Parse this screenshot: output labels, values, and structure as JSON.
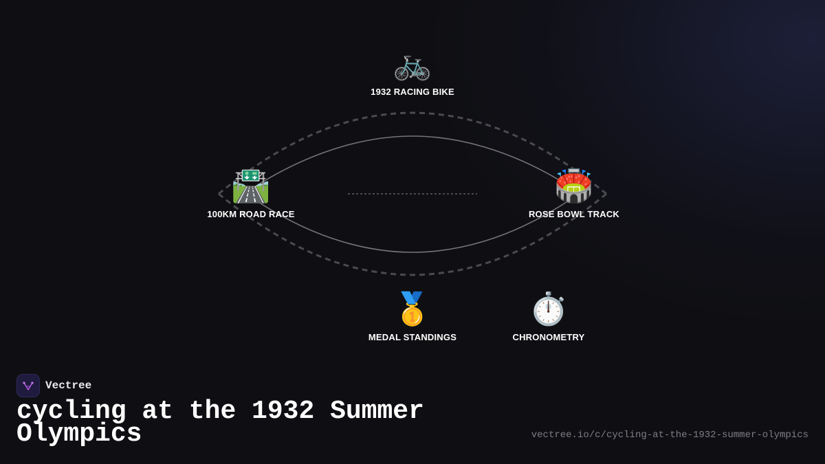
{
  "nodes": {
    "racing_bike": {
      "icon": "🚲",
      "icon_name": "bicycle-icon",
      "label": "1932 RACING BIKE"
    },
    "road_race": {
      "icon": "🛣️",
      "icon_name": "motorway-icon",
      "label": "100KM ROAD RACE"
    },
    "rose_bowl": {
      "icon": "🏟️",
      "icon_name": "stadium-icon",
      "label": "ROSE BOWL TRACK"
    },
    "medals": {
      "icon": "🥇",
      "icon_name": "gold-medal-icon",
      "label": "MEDAL STANDINGS"
    },
    "chronometry": {
      "icon": "⏱️",
      "icon_name": "stopwatch-icon",
      "label": "CHRONOMETRY"
    }
  },
  "brand": {
    "name": "Vectree",
    "logo_icon": "vectree-logo-icon"
  },
  "title": "cycling at the 1932 Summer Olympics",
  "url": "vectree.io/c/cycling-at-the-1932-summer-olympics",
  "colors": {
    "background": "#0f0f13",
    "connector": "#7a7a80",
    "dashed_connector": "#4a4a50",
    "brand_logo_bg": "#1f1b3f",
    "brand_logo_accent": "#b45ad8"
  }
}
